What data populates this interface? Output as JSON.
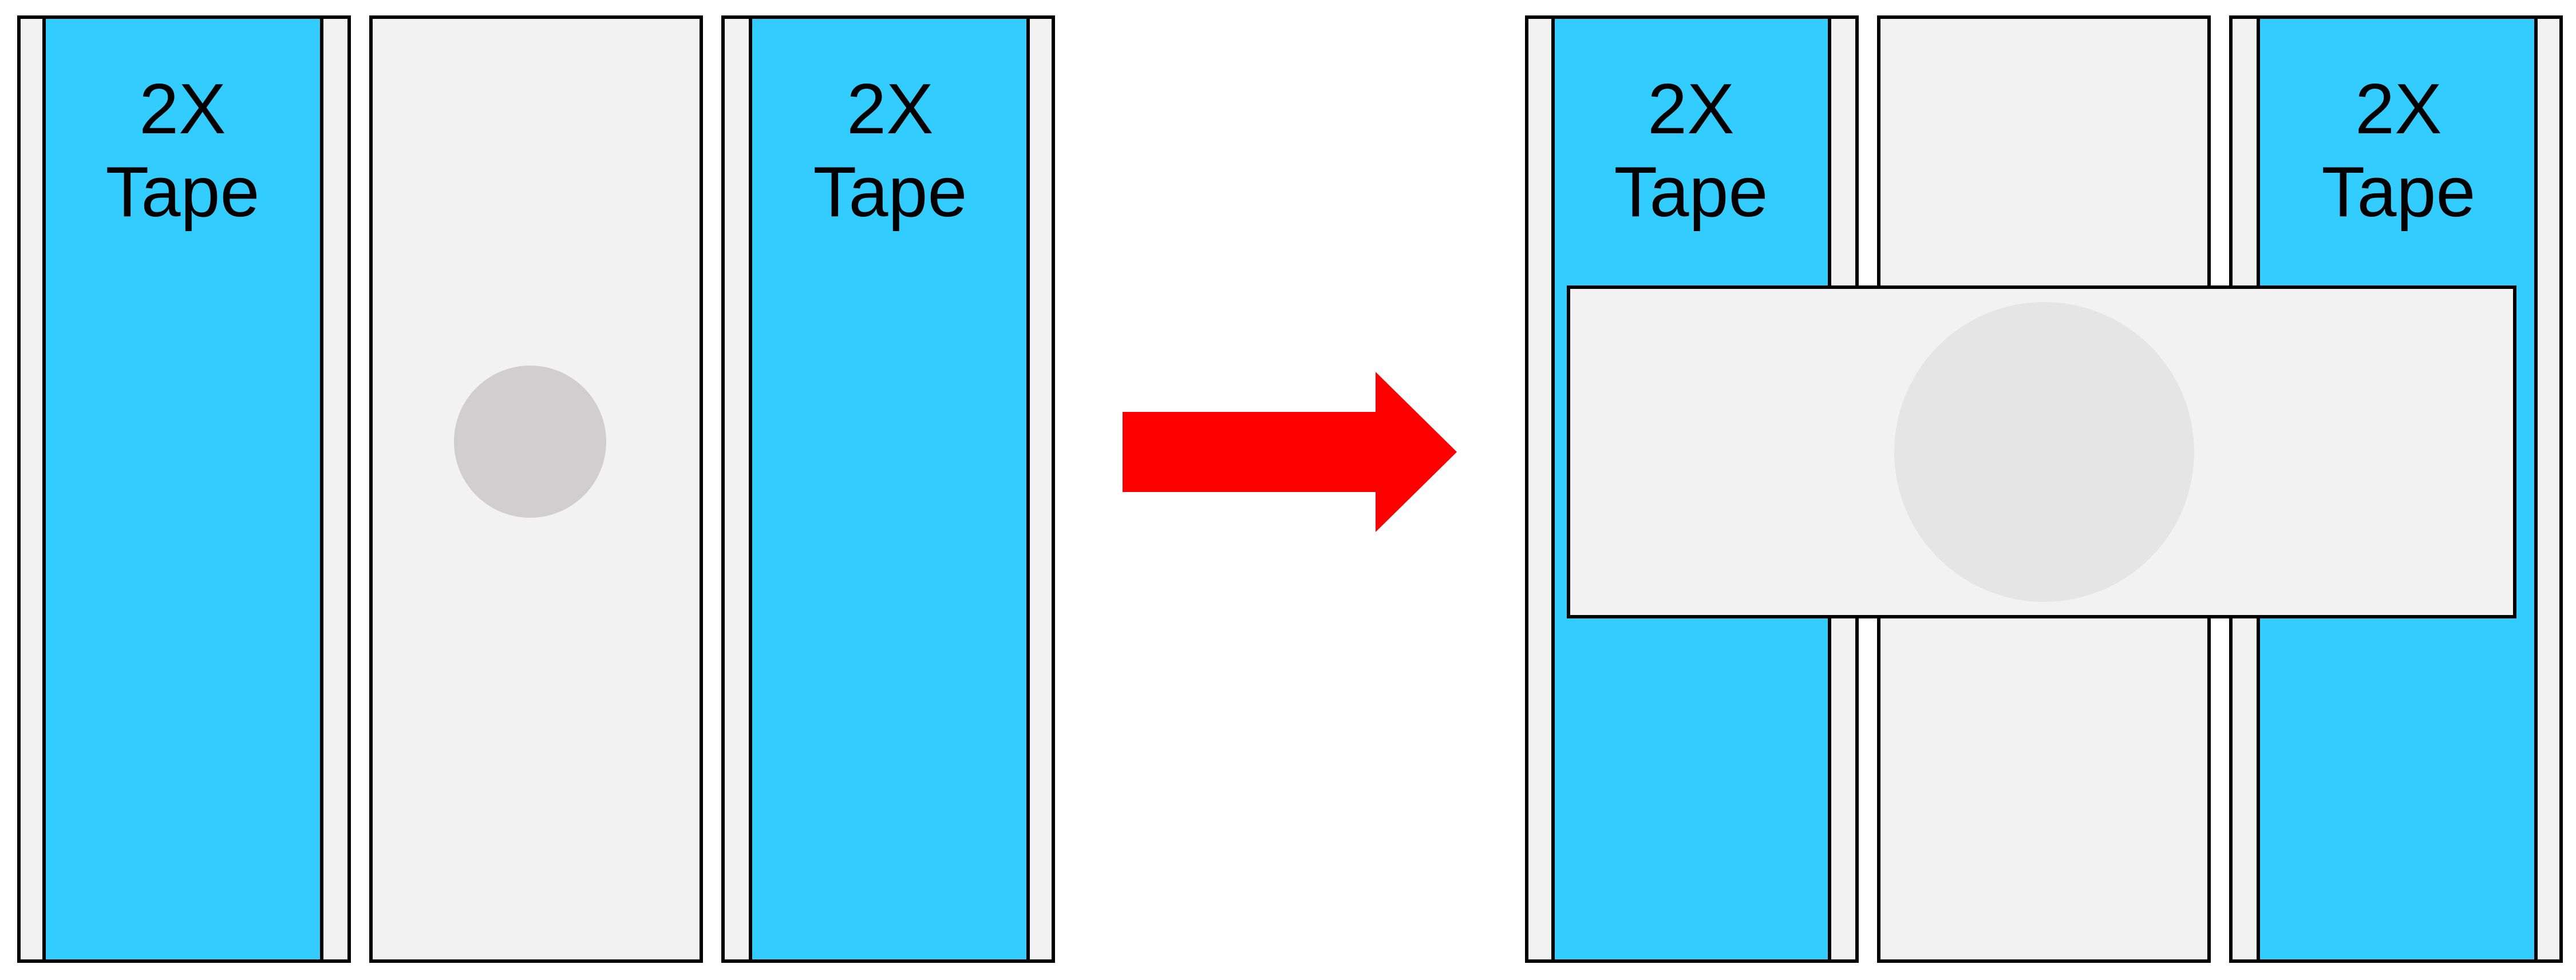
{
  "colors": {
    "background": "#ffffff",
    "slide": "#f2f2f2",
    "tape": "#33ccff",
    "outline": "#000000",
    "sample_left": "#d0cecf",
    "sample_right": "#e6e5e6",
    "arrow": "#ff0000"
  },
  "before": {
    "tape_left": {
      "line1": "2X",
      "line2": "Tape"
    },
    "tape_right": {
      "line1": "2X",
      "line2": "Tape"
    }
  },
  "after": {
    "tape_left": {
      "line1": "2X",
      "line2": "Tape"
    },
    "tape_right": {
      "line1": "2X",
      "line2": "Tape"
    }
  },
  "arrow_icon": "right-arrow-icon"
}
